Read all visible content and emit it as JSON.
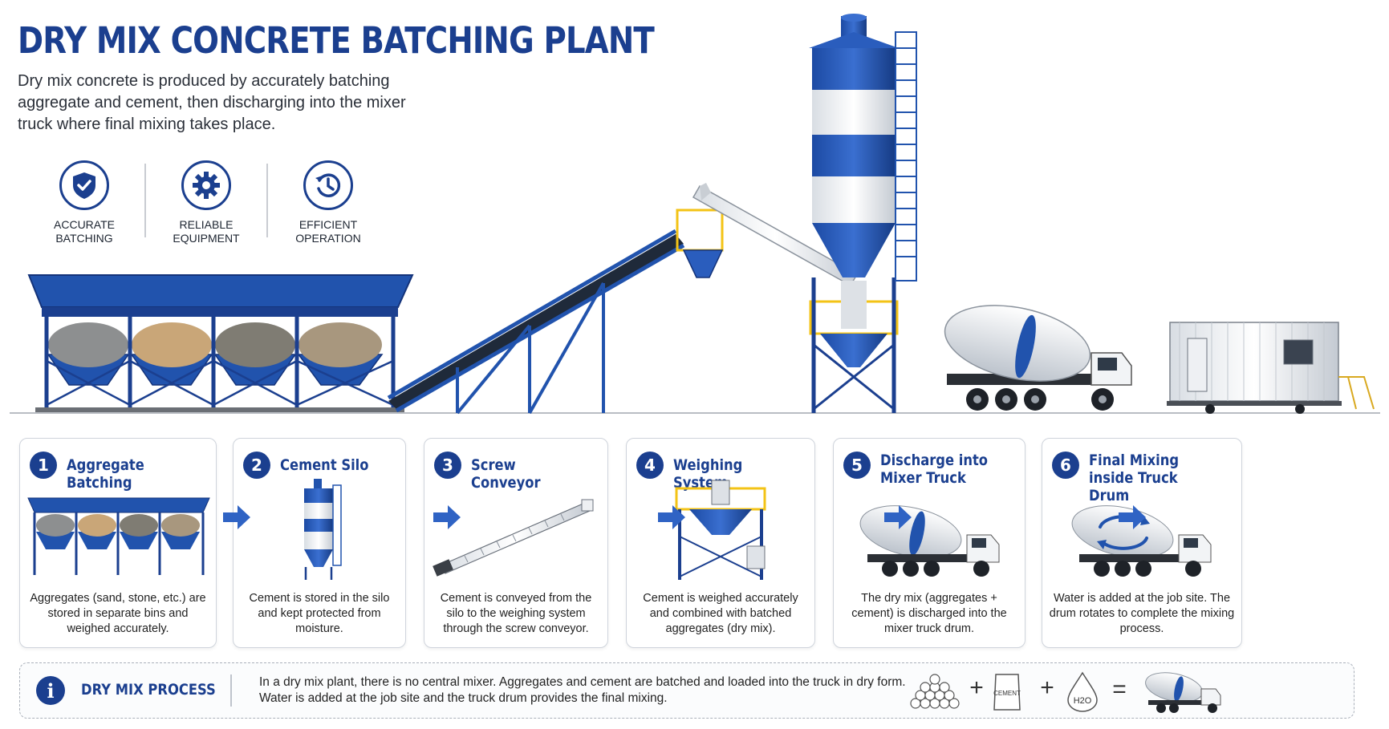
{
  "title": "DRY MIX CONCRETE BATCHING PLANT",
  "intro": "Dry mix concrete is produced by accurately batching aggregate and cement, then discharging into the mixer truck where final mixing takes place.",
  "features": [
    {
      "icon": "shield-check-icon",
      "label": "Accurate\nBatching"
    },
    {
      "icon": "gear-icon",
      "label": "Reliable\nEquipment"
    },
    {
      "icon": "clock-refresh-icon",
      "label": "Efficient\nOperation"
    }
  ],
  "colors": {
    "brand": "#1b3f8f",
    "accent": "#2255b8",
    "rail": "#f3c316",
    "white": "#ffffff"
  },
  "steps": [
    {
      "num": "1",
      "title": "Aggregate Batching",
      "desc": "Aggregates (sand, stone, etc.) are stored in separate bins and weighed accurately."
    },
    {
      "num": "2",
      "title": "Cement Silo",
      "desc": "Cement is stored in the silo and kept protected from moisture."
    },
    {
      "num": "3",
      "title": "Screw Conveyor",
      "desc": "Cement is conveyed from the silo to the weighing system through the screw conveyor."
    },
    {
      "num": "4",
      "title": "Weighing System",
      "desc": "Cement is weighed accurately and combined with batched aggregates (dry mix)."
    },
    {
      "num": "5",
      "title": "Discharge into\nMixer Truck",
      "desc": "The dry mix (aggregates + cement) is discharged into the mixer truck drum."
    },
    {
      "num": "6",
      "title": "Final Mixing\ninside Truck Drum",
      "desc": "Water is added at the job site. The drum rotates to complete the mixing process."
    }
  ],
  "process": {
    "icon": "info-icon",
    "label": "DRY MIX PROCESS",
    "text": "In a dry mix plant, there is no central mixer. Aggregates and cement are batched and loaded into the truck in dry form. Water is added at the job site and the truck drum provides the final mixing.",
    "cement_bag": "CEMENT",
    "water": "H2O",
    "plus": "+",
    "equals": "="
  }
}
